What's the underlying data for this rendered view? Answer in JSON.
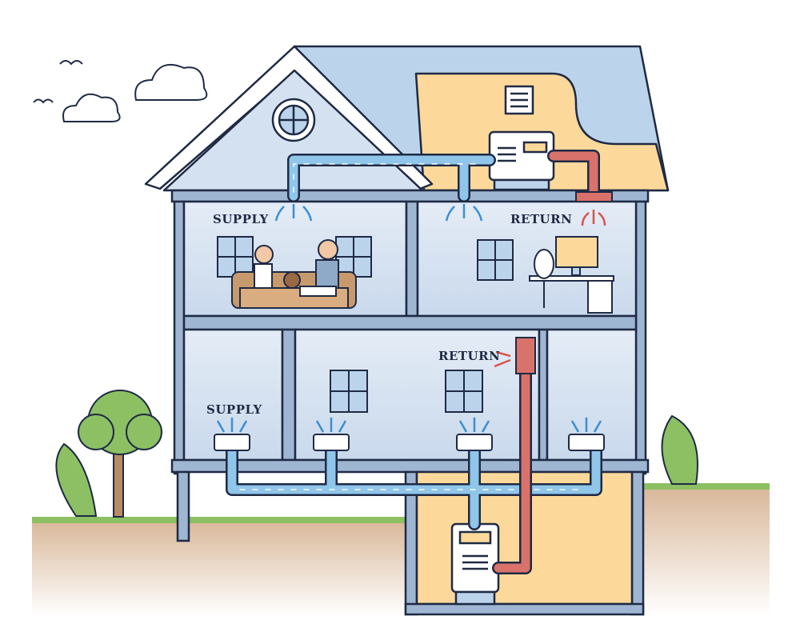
{
  "labels": {
    "upper_supply": "SUPPLY",
    "upper_return": "RETURN",
    "lower_return": "RETURN",
    "lower_supply": "SUPPLY"
  },
  "colors": {
    "outline": "#1f2a44",
    "supply_duct": "#8fc6ea",
    "return_duct": "#d9726a",
    "wall": "#dbe5f1",
    "roof": "#bcd3ec",
    "attic": "#fcd99a",
    "grass": "#8cc063",
    "soil": "#e9d2bd"
  }
}
